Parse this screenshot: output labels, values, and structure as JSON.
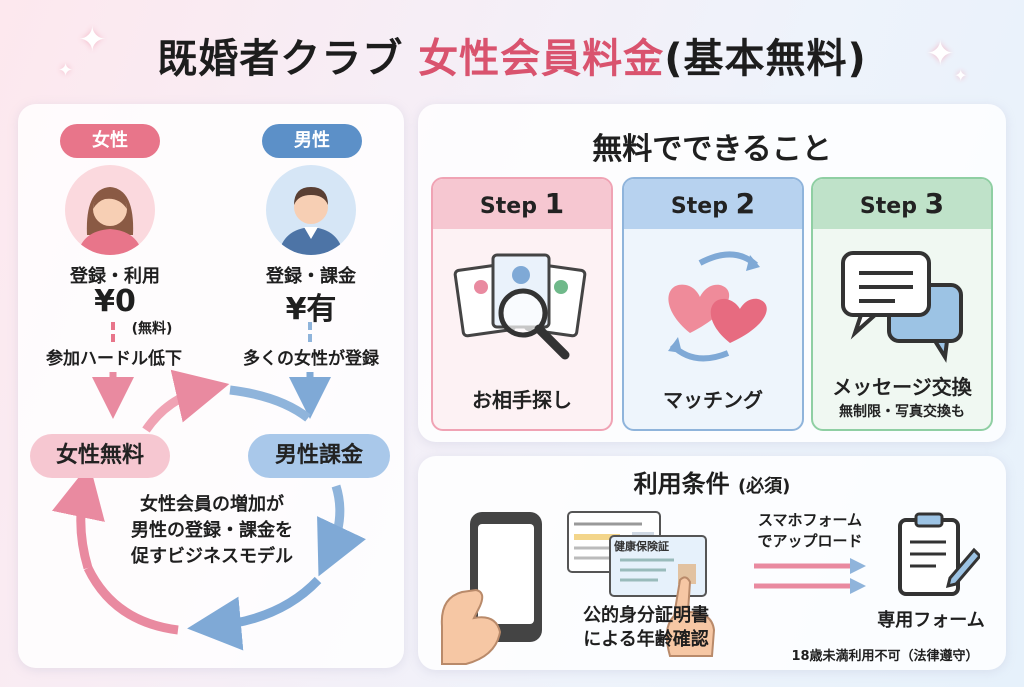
{
  "header": {
    "title_main": "既婚者クラブ",
    "title_accent": "女性会員料金",
    "title_suffix": "(基本無料)"
  },
  "left_panel": {
    "female": {
      "pill": "女性",
      "action": "登録・利用",
      "price": "¥0",
      "price_note": "(無料)",
      "effect": "参加ハードル低下",
      "cycle_label": "女性無料"
    },
    "male": {
      "pill": "男性",
      "action": "登録・課金",
      "price": "¥有",
      "effect": "多くの女性が登録",
      "cycle_label": "男性課金"
    },
    "center_text": [
      "女性会員の増加が",
      "男性の登録・課金を",
      "促すビジネスモデル"
    ]
  },
  "free_panel": {
    "heading": "無料でできること",
    "steps": [
      {
        "step_word": "Step",
        "step_num": "1",
        "label": "お相手探し",
        "sub": "",
        "icon": "profile-search-icon",
        "color": "#e8758a"
      },
      {
        "step_word": "Step",
        "step_num": "2",
        "label": "マッチング",
        "sub": "",
        "icon": "matching-hearts-icon",
        "color": "#5c90c8"
      },
      {
        "step_word": "Step",
        "step_num": "3",
        "label": "メッセージ交換",
        "sub": "無制限・写真交換も",
        "icon": "chat-bubbles-icon",
        "color": "#6fb98a"
      }
    ]
  },
  "conditions_panel": {
    "heading_main": "利用条件",
    "heading_sub": "(必須)",
    "id_label": [
      "公的身分証明書",
      "による年齢確認"
    ],
    "id_card_title": "健康保険証",
    "upload_label": [
      "スマホフォーム",
      "でアップロード"
    ],
    "form_label": "専用フォーム",
    "footnote": "18歳未満利用不可（法律遵守）"
  },
  "colors": {
    "pink": "#e8758a",
    "blue": "#5c90c8",
    "green": "#6fb98a",
    "accent_title": "#d9536e"
  }
}
